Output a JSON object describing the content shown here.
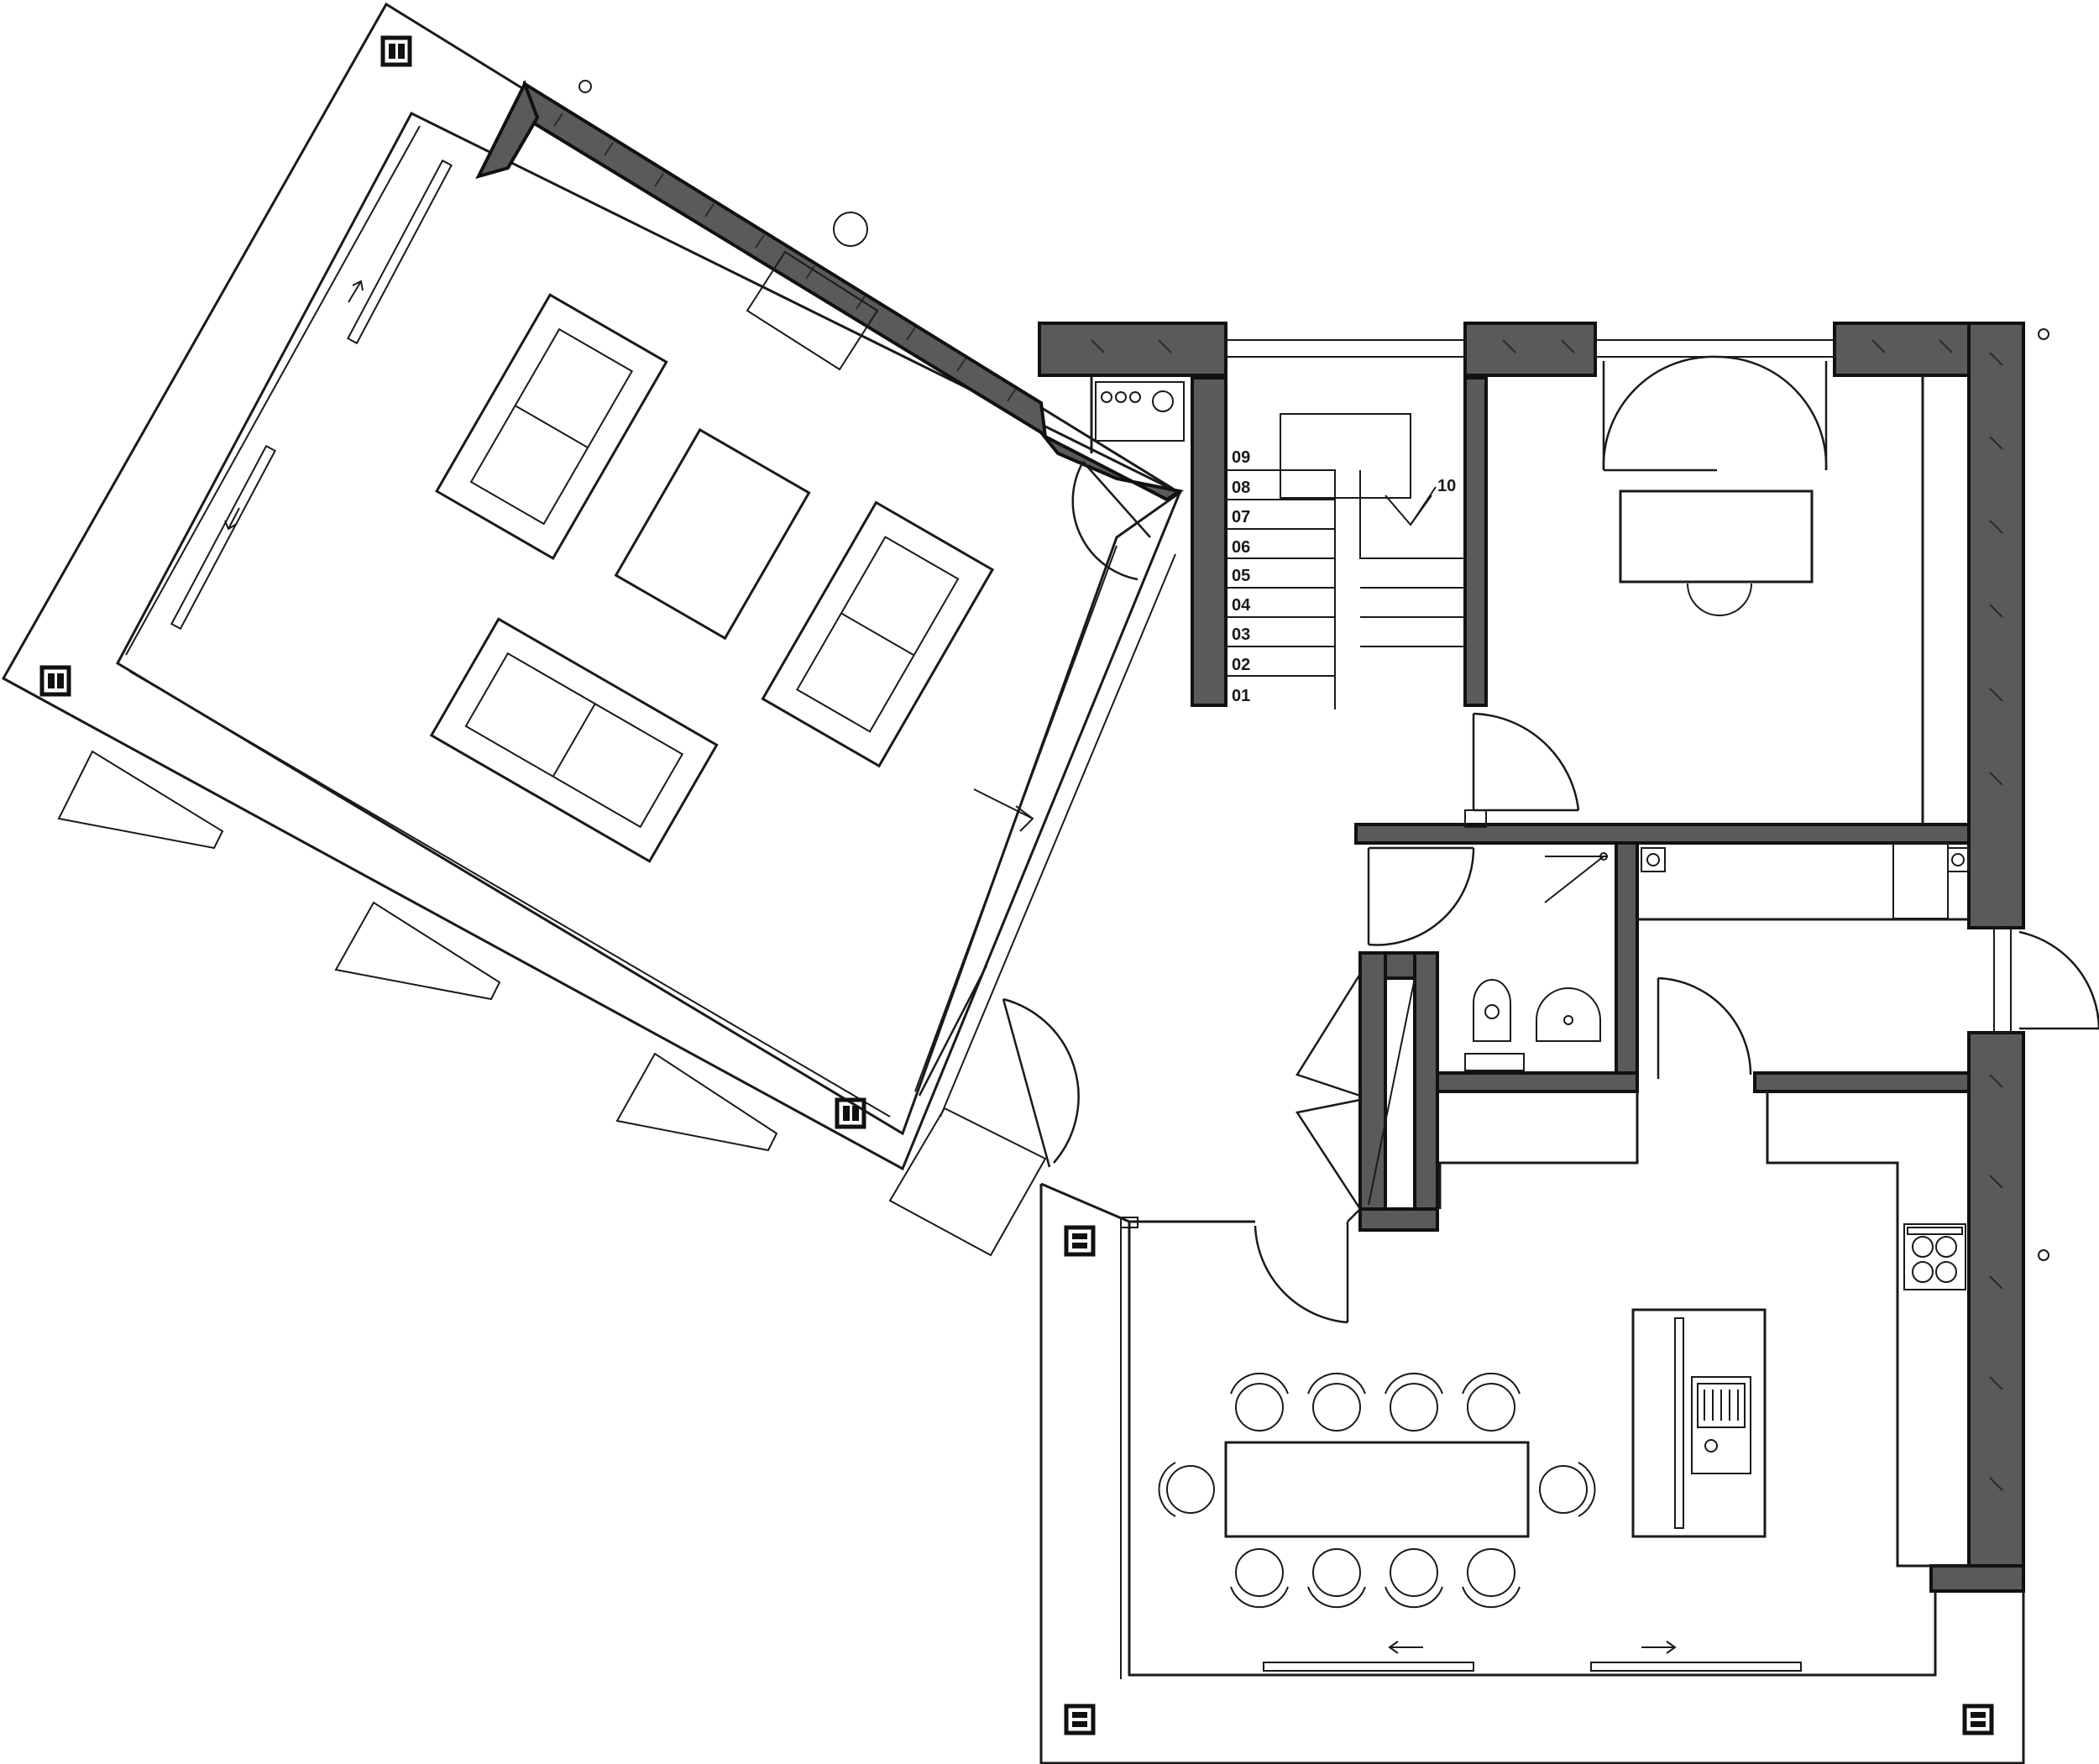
{
  "drawing": {
    "type": "floor-plan",
    "colors": {
      "line": "#1a1a1a",
      "wall_fill": "#5a5a5a",
      "background": "#ffffff"
    }
  },
  "stair": {
    "step_labels": [
      "01",
      "02",
      "03",
      "04",
      "05",
      "06",
      "07",
      "08",
      "09",
      "10"
    ]
  }
}
